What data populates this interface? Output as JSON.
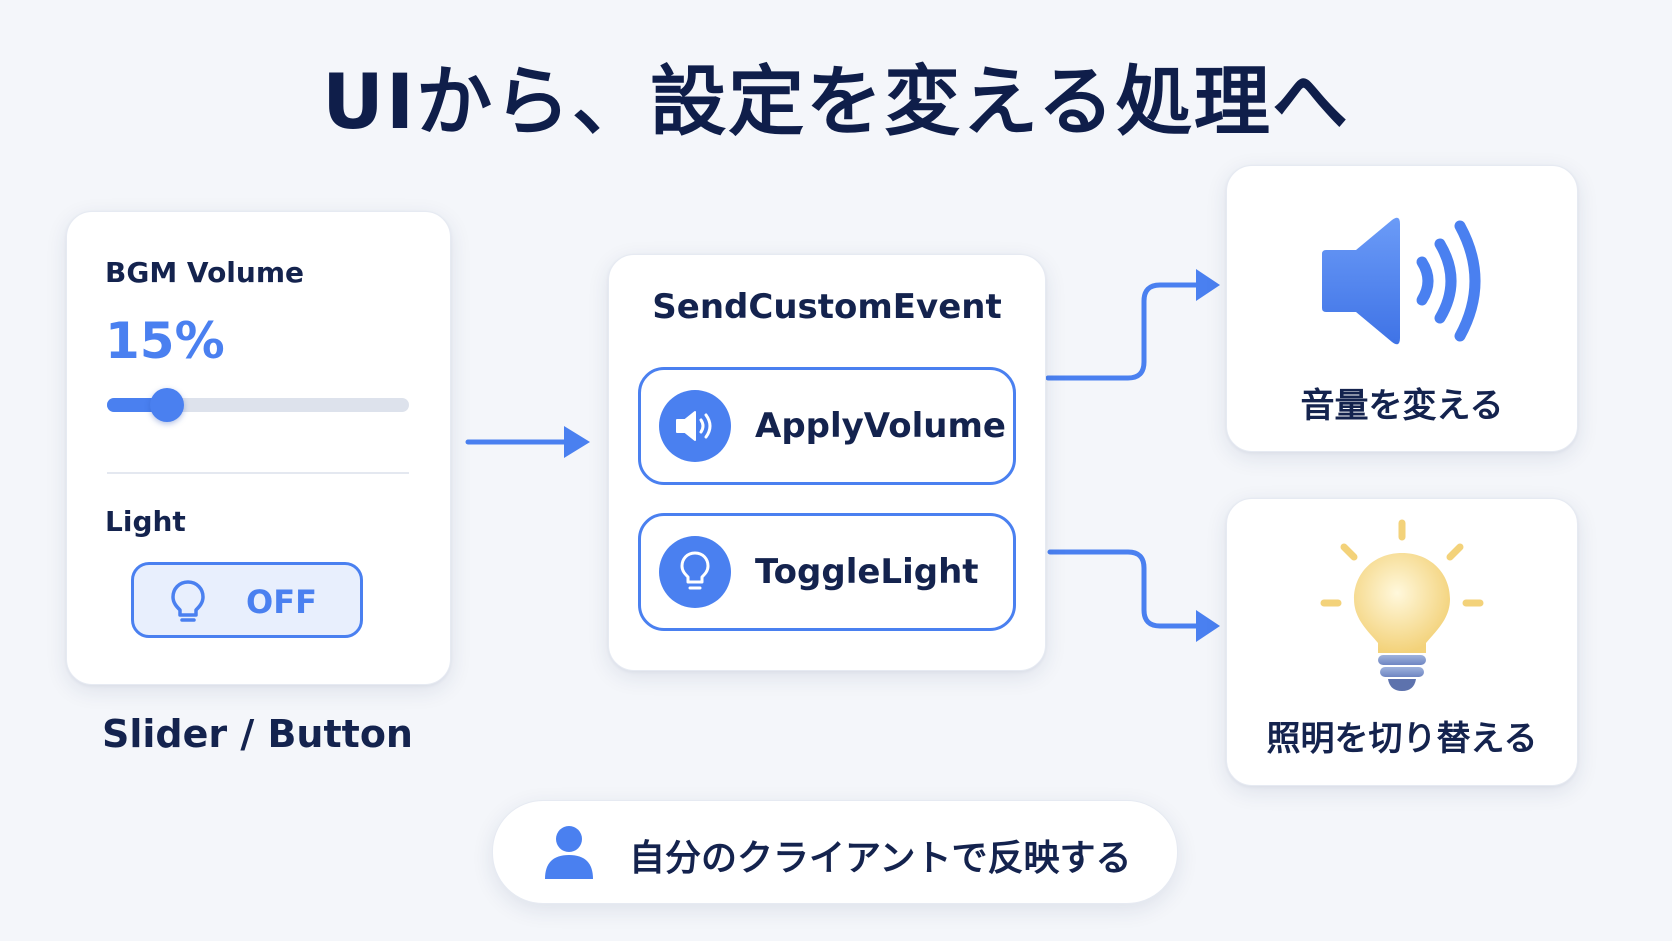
{
  "title": "UIから、設定を変える処理へ",
  "ui_panel": {
    "volume_label": "BGM Volume",
    "volume_value": "15%",
    "volume_level": 0.2,
    "light_label": "Light",
    "light_button_text": "OFF",
    "caption": "Slider / Button"
  },
  "event_panel": {
    "title": "SendCustomEvent",
    "items": [
      {
        "icon": "speaker-icon",
        "label": "ApplyVolume"
      },
      {
        "icon": "lightbulb-icon",
        "label": "ToggleLight"
      }
    ]
  },
  "outputs": {
    "volume": {
      "icon": "speaker-icon",
      "label": "音量を変える"
    },
    "light": {
      "icon": "lightbulb-icon",
      "label": "照明を切り替える"
    }
  },
  "footer": {
    "icon": "user-icon",
    "text": "自分のクライアントで反映する"
  },
  "colors": {
    "accent": "#4a80f0",
    "text": "#14234e",
    "bulb_glow": "#f5d880"
  }
}
